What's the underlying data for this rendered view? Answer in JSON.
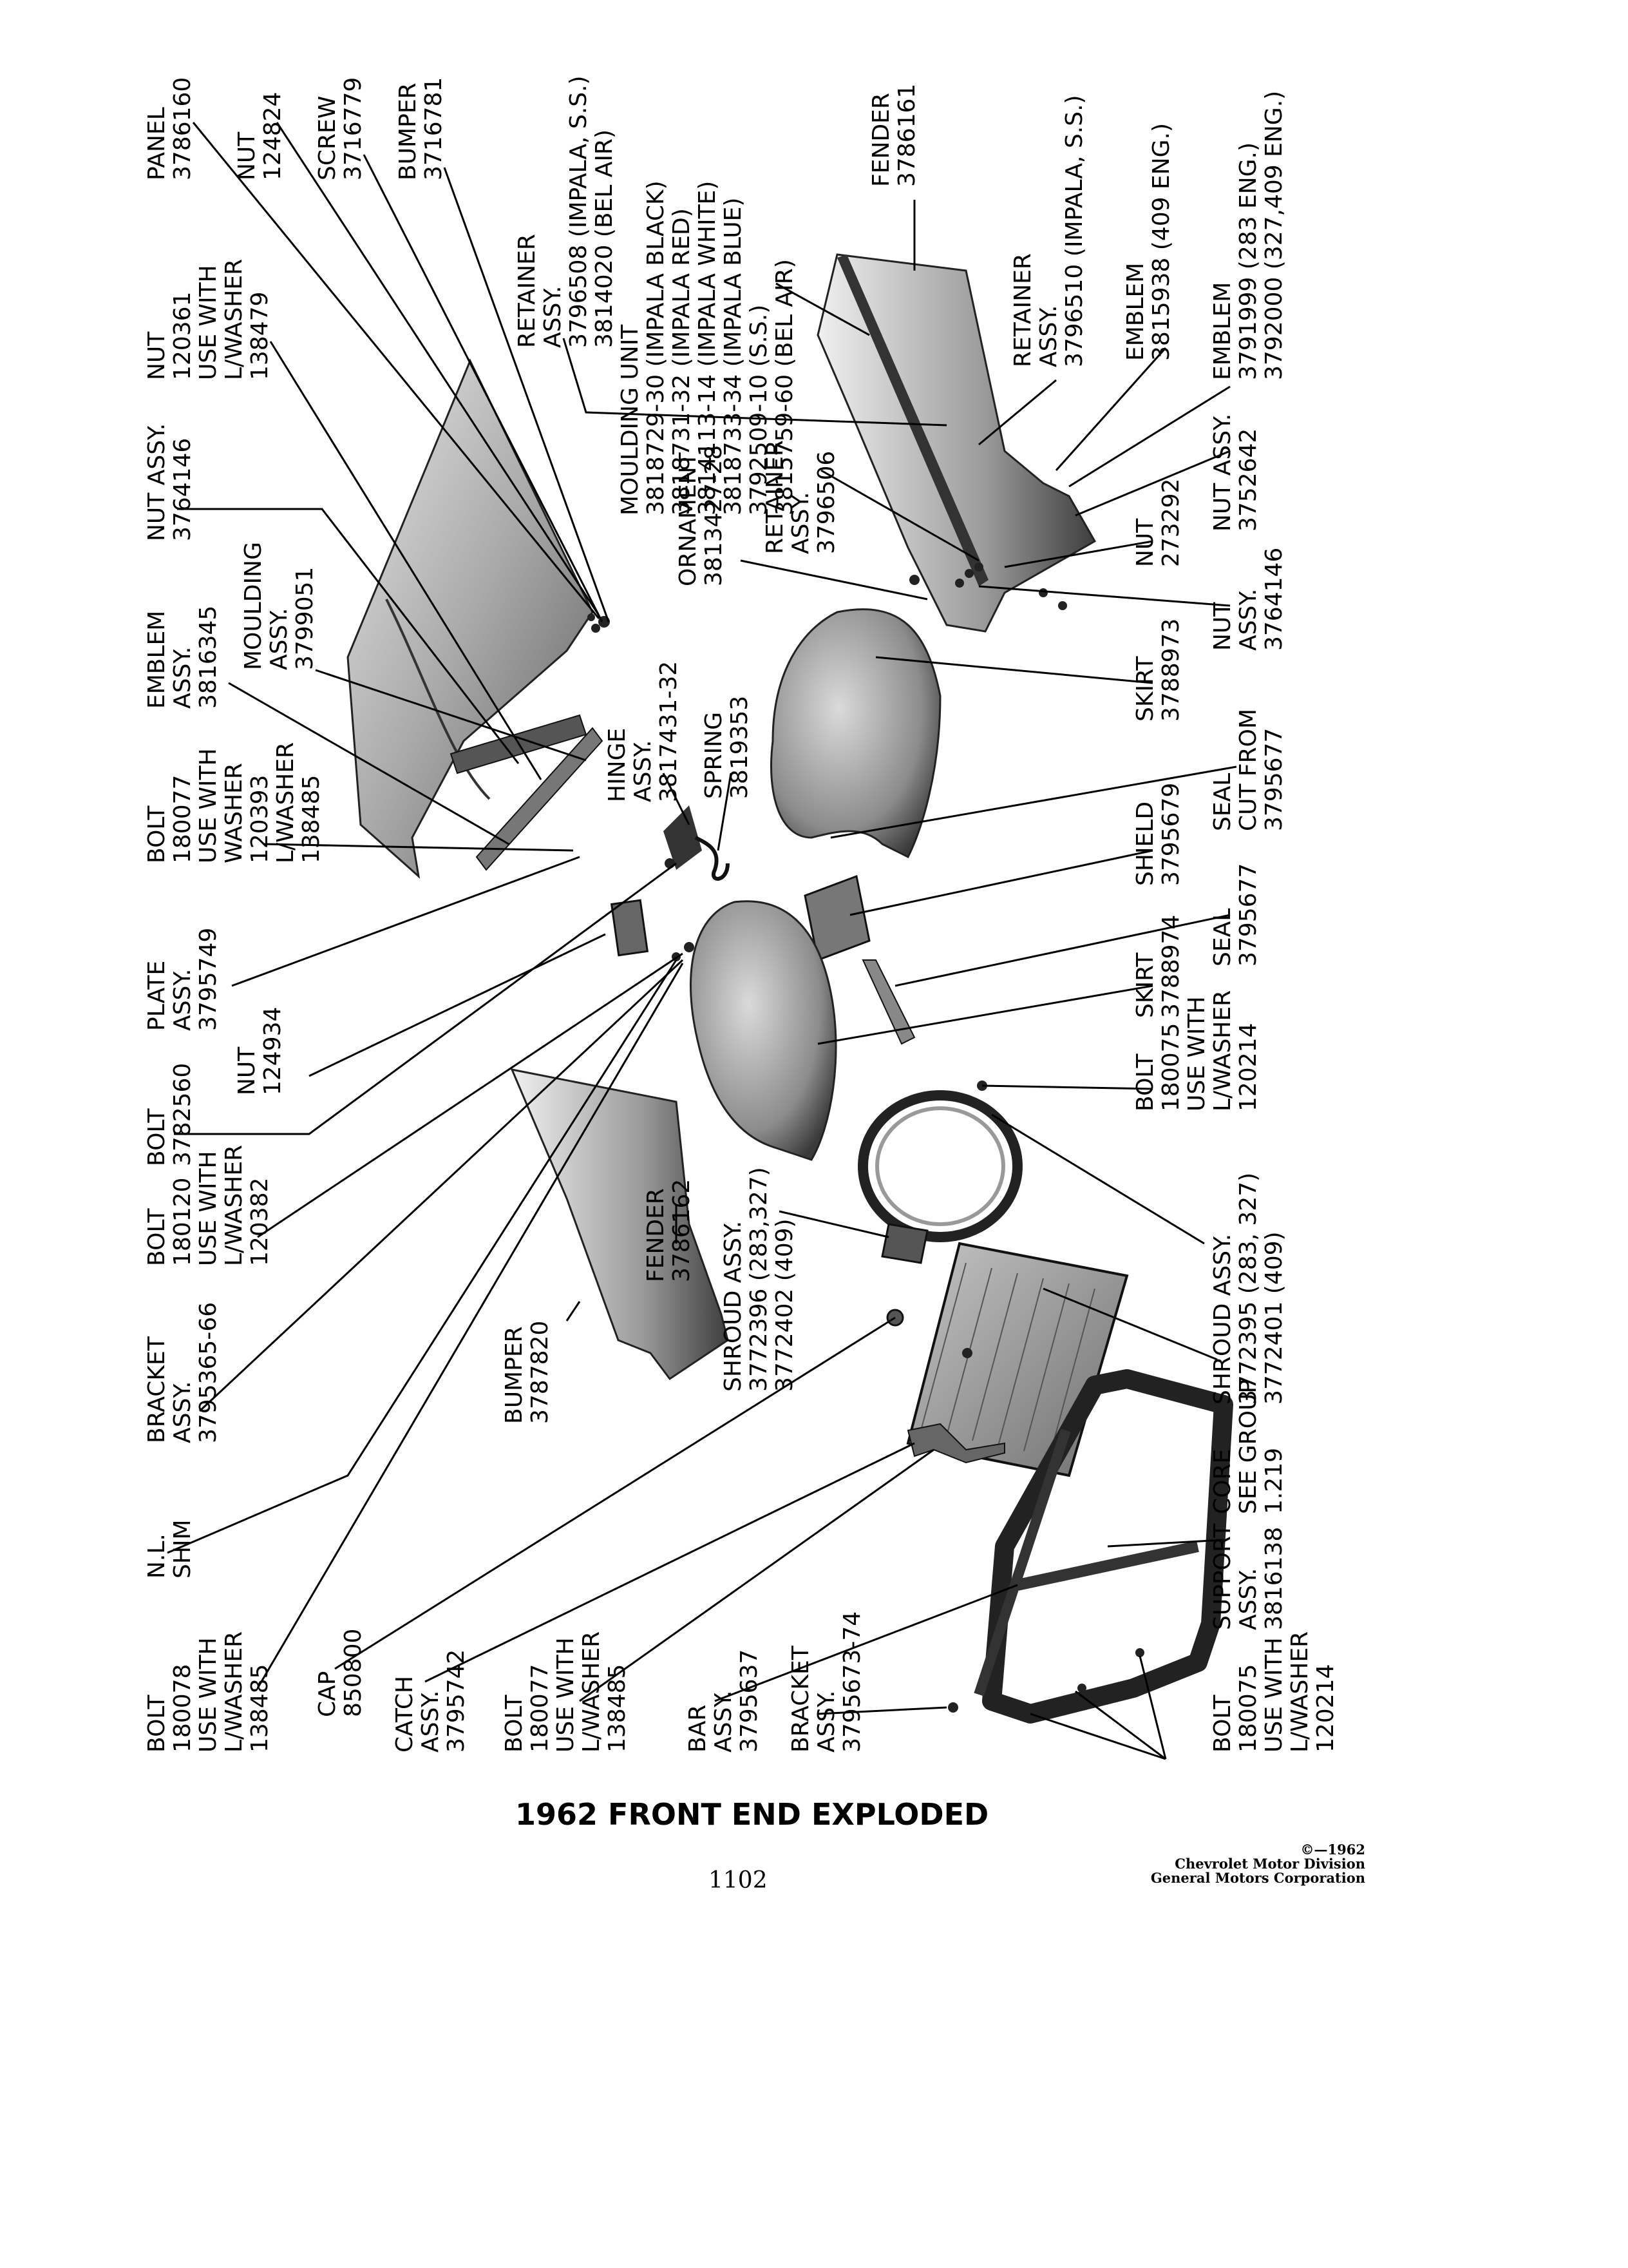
{
  "title": "1962 FRONT END EXPLODED",
  "page_number": "1102",
  "copyright": [
    "©—1962",
    "Chevrolet Motor Division",
    "General Motors Corporation"
  ],
  "callouts": [
    {
      "id": "panel",
      "lines": [
        "PANEL",
        "3786160"
      ]
    },
    {
      "id": "nut-124824",
      "lines": [
        "NUT",
        "124824"
      ]
    },
    {
      "id": "screw",
      "lines": [
        "SCREW",
        "3716779"
      ]
    },
    {
      "id": "bumper-3716781",
      "lines": [
        "BUMPER",
        "3716781"
      ]
    },
    {
      "id": "retainer-assy-top",
      "lines": [
        "RETAINER",
        "ASSY.",
        "3796508 (IMPALA, S.S.)",
        "3814020 (BEL AIR)"
      ]
    },
    {
      "id": "moulding-unit",
      "lines": [
        "MOULDING UNIT",
        "3818729-30 (IMPALA BLACK)",
        "3818731-32 (IMPALA RED)",
        "3814113-14 (IMPALA WHITE)",
        "3818733-34 (IMPALA BLUE)",
        "3792509-10 (S.S.)",
        "3815759-60 (BEL AIR)"
      ]
    },
    {
      "id": "fender-3786161",
      "lines": [
        "FENDER",
        "3786161"
      ]
    },
    {
      "id": "retainer-assy-3796510",
      "lines": [
        "RETAINER",
        "ASSY.",
        "3796510 (IMPALA, S.S.)"
      ]
    },
    {
      "id": "emblem-3815938",
      "lines": [
        "EMBLEM",
        "3815938 (409 ENG.)"
      ]
    },
    {
      "id": "emblem-3791999",
      "lines": [
        "EMBLEM",
        "3791999 (283 ENG.)",
        "3792000 (327,409 ENG.)"
      ]
    },
    {
      "id": "nut-120361",
      "lines": [
        "NUT",
        "120361",
        "USE WITH",
        "L/WASHER",
        "138479"
      ]
    },
    {
      "id": "nut-assy-3764146-left",
      "lines": [
        "NUT ASSY.",
        "3764146"
      ]
    },
    {
      "id": "moulding-assy",
      "lines": [
        "MOULDING",
        "ASSY.",
        "3799051"
      ]
    },
    {
      "id": "emblem-assy",
      "lines": [
        "EMBLEM",
        "ASSY.",
        "3816345"
      ]
    },
    {
      "id": "ornament",
      "lines": [
        "ORNAMENT",
        "3813427-28"
      ]
    },
    {
      "id": "retainer-assy-3796506",
      "lines": [
        "RETAINER",
        "ASSY.",
        "3796506"
      ]
    },
    {
      "id": "nut-assy-3752642",
      "lines": [
        "NUT ASSY.",
        "3752642"
      ]
    },
    {
      "id": "nut-273292",
      "lines": [
        "NUT",
        "273292"
      ]
    },
    {
      "id": "nut-assy-3764146-right",
      "lines": [
        "NUT",
        "ASSY.",
        "3764146"
      ]
    },
    {
      "id": "hinge-assy",
      "lines": [
        "HINGE",
        "ASSY.",
        "3817431-32"
      ]
    },
    {
      "id": "spring",
      "lines": [
        "SPRING",
        "3819353"
      ]
    },
    {
      "id": "skirt-3788973",
      "lines": [
        "SKIRT",
        "3788973"
      ]
    },
    {
      "id": "seal-cut-from",
      "lines": [
        "SEAL",
        "CUT FROM",
        "3795677"
      ]
    },
    {
      "id": "bolt-180077-a",
      "lines": [
        "BOLT",
        "180077",
        "USE WITH",
        "WASHER",
        "120393",
        "L/WASHER",
        "138485"
      ]
    },
    {
      "id": "plate-assy",
      "lines": [
        "PLATE",
        "ASSY.",
        "3795749"
      ]
    },
    {
      "id": "shield",
      "lines": [
        "SHIELD",
        "3795679"
      ]
    },
    {
      "id": "seal-3795677",
      "lines": [
        "SEAL",
        "3795677"
      ]
    },
    {
      "id": "skirt-3788974",
      "lines": [
        "SKIRT",
        "3788974"
      ]
    },
    {
      "id": "nut-124934",
      "lines": [
        "NUT",
        "124934"
      ]
    },
    {
      "id": "bolt-3782560",
      "lines": [
        "BOLT",
        "3782560"
      ]
    },
    {
      "id": "bolt-180075-a",
      "lines": [
        "BOLT",
        "180075",
        "USE WITH",
        "L/WASHER",
        "120214"
      ]
    },
    {
      "id": "bolt-180120",
      "lines": [
        "BOLT",
        "180120",
        "USE WITH",
        "L/WASHER",
        "120382"
      ]
    },
    {
      "id": "fender-3786162",
      "lines": [
        "FENDER",
        "3786162"
      ]
    },
    {
      "id": "shroud-assy-left",
      "lines": [
        "SHROUD ASSY.",
        "3772396 (283,327)",
        "3772402 (409)"
      ]
    },
    {
      "id": "shroud-assy-right",
      "lines": [
        "SHROUD ASSY.",
        "3772395 (283, 327)",
        "3772401 (409)"
      ]
    },
    {
      "id": "bracket-assy-3795365",
      "lines": [
        "BRACKET",
        "ASSY.",
        "3795365-66"
      ]
    },
    {
      "id": "bumper-3787820",
      "lines": [
        "BUMPER",
        "3787820"
      ]
    },
    {
      "id": "core",
      "lines": [
        "CORE",
        "SEE GROUP",
        "1.219"
      ]
    },
    {
      "id": "nl-shim",
      "lines": [
        "N.L.",
        "SHIM"
      ]
    },
    {
      "id": "support-assy",
      "lines": [
        "SUPPORT",
        "ASSY.",
        "3816138"
      ]
    },
    {
      "id": "bolt-180078",
      "lines": [
        "BOLT",
        "180078",
        "USE WITH",
        "L/WASHER",
        "138485"
      ]
    },
    {
      "id": "cap",
      "lines": [
        "CAP",
        "850800"
      ]
    },
    {
      "id": "catch-assy",
      "lines": [
        "CATCH",
        "ASSY.",
        "3795742"
      ]
    },
    {
      "id": "bolt-180077-b",
      "lines": [
        "BOLT",
        "180077",
        "USE WITH",
        "L/WASHER",
        "138485"
      ]
    },
    {
      "id": "bar-assy",
      "lines": [
        "BAR",
        "ASSY.",
        "3795637"
      ]
    },
    {
      "id": "bracket-assy-3795673",
      "lines": [
        "BRACKET",
        "ASSY.",
        "3795673-74"
      ]
    },
    {
      "id": "bolt-180075-b",
      "lines": [
        "BOLT",
        "180075",
        "USE WITH",
        "L/WASHER",
        "120214"
      ]
    }
  ]
}
